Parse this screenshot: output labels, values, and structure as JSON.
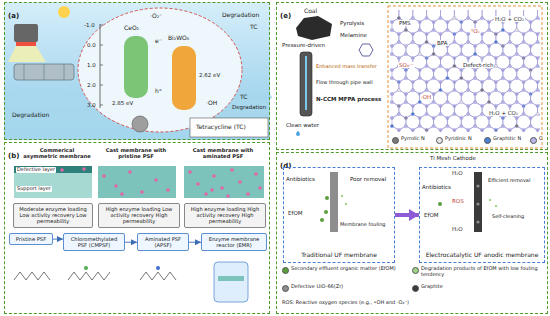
{
  "diagram": {
    "nodes": [
      {
        "text": [
          "(a)"
        ]
      },
      {
        "text": [
          "(b)"
        ]
      },
      {
        "text": [
          "Moderate enzyme loading Low activity recovery Low permeability"
        ],
        "in": 1
      },
      {
        "text": [
          "High enzyme loading Low activity recovery High permeability"
        ],
        "in": 1
      },
      {
        "text": [
          "High enzyme loading High activity recovery High permeability"
        ],
        "in": 1
      },
      {
        "text": [
          "Pristine PSF"
        ],
        "in": 1
      },
      {
        "text": [
          "Chloromethylated PSF (CMPSF)"
        ],
        "in": 1
      },
      {
        "text": [
          "Aminated PSF (APSF)"
        ],
        "in": 1
      },
      {
        "text": [
          "Enzyme membrane reactor (EMR)"
        ],
        "in": 1
      },
      {
        "text": [
          "(e)"
        ]
      },
      {
        "text": [
          "(d)"
        ]
      },
      {
        "text": [
          "Traditional UF membrane"
        ],
        "in": 10
      },
      {
        "text": [
          "Electrocatalytic UF anodic membrane"
        ],
        "in": 10
      }
    ],
    "edges": [
      {
        "from": 5,
        "to": 6,
        "arrow": "to"
      },
      {
        "from": 6,
        "to": 7,
        "arrow": "to"
      },
      {
        "from": 7,
        "to": 8,
        "arrow": "to"
      },
      {
        "from": 11,
        "to": 12,
        "arrow": "to"
      }
    ],
    "labels": [
      "Commerical asymmetric membrane",
      "Cast membrane with pristine PSF",
      "Cast membrane with aminated PSF",
      "Support layer",
      "Defective layer",
      "-1.0",
      "0.0",
      "1.0",
      "2.0",
      "3.0",
      "CeO₂",
      "Bi₂WO₆",
      "e⁻",
      "h⁺",
      "2.85 eV",
      "2.62 eV",
      "·O₂⁻",
      "·OH",
      "Degradation",
      "Degradation",
      "Degradation",
      "TC",
      "TC",
      "Tetracycline (TC)",
      "Coal",
      "Pressure-driven",
      "Pyrolysis",
      "Melamine",
      "Enhanced mass transfer",
      "Flow through pipe wall",
      "N-CCM MFPA process",
      "Clean water",
      "PMS",
      "BPA",
      "Defect-rich",
      "SO₄·⁻",
      "·OH",
      "¹O₂",
      "H₂O + CO₂",
      "H₂O + CO₂",
      "Antibiotics",
      "Poor removal",
      "EfOM",
      "Membrane fouling",
      "Ti Mesh Cathode",
      "Antibiotics",
      "H₂O",
      "ROS",
      "H₂O",
      "Efficient removal",
      "Self-cleaning",
      "EfOM",
      "ROS: Reactive oxygen species (e.g., •OH and ·O₂⁻)"
    ],
    "legend": [
      {
        "text": "Pyrrolic N",
        "color": "#7a7a7a"
      },
      {
        "text": "Pyridinic N",
        "color": "#e6e6e6"
      },
      {
        "text": "Graphitic N",
        "color": "#4a7fd4"
      },
      {
        "text": "C",
        "color": "#b9b6e8"
      },
      {
        "text": "Secondary effluent organic matter (EfOM)",
        "color": "#5b9e3c"
      },
      {
        "text": "Degradation products of EfOM with low fouling tendency",
        "color": "#a4d38a"
      },
      {
        "text": "Defective UiO-66(Zr)",
        "color": "#8d8d8d"
      },
      {
        "text": "Graphite",
        "color": "#3a3a3a"
      }
    ]
  }
}
